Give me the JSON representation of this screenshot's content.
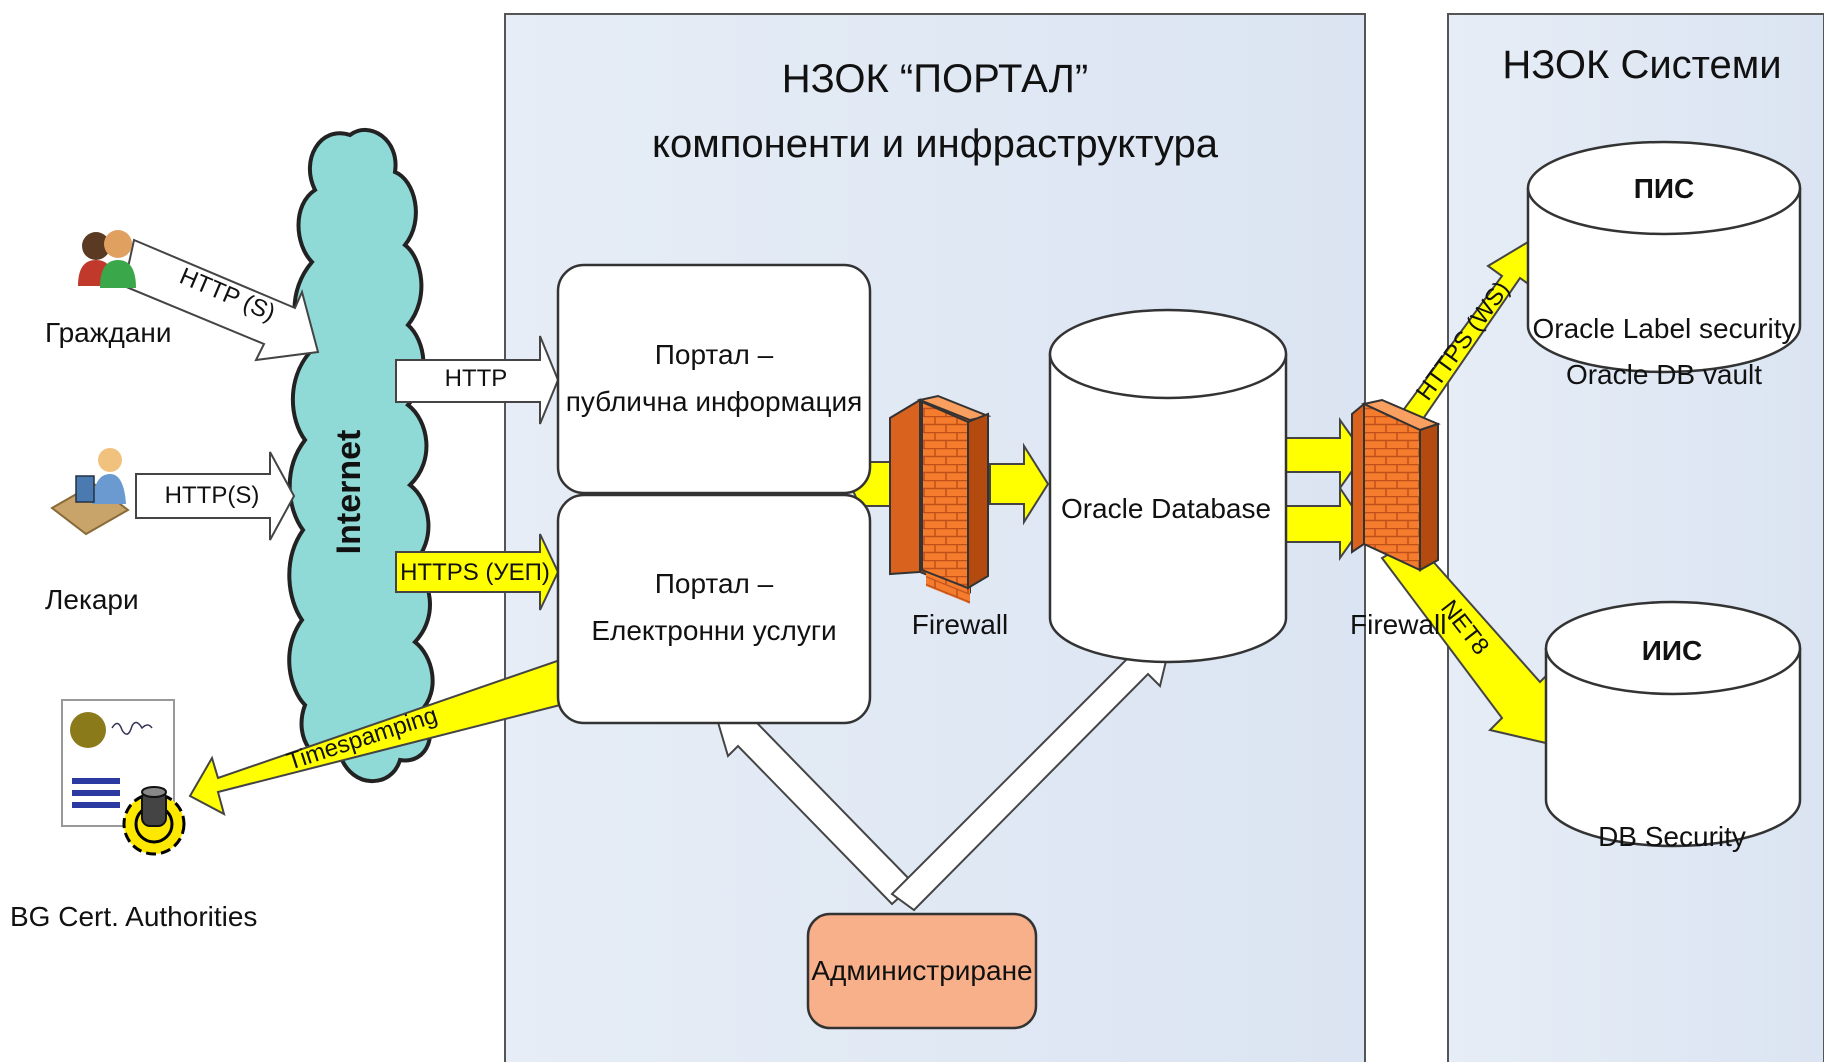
{
  "sections": {
    "portal_title_line1": "НЗОК “ПОРТАЛ”",
    "portal_title_line2": "компоненти и инфраструктура",
    "systems_title": "НЗОК Системи"
  },
  "actors": {
    "citizens": "Граждани",
    "doctors": "Лекари",
    "cert_authorities": "BG Cert. Authorities"
  },
  "cloud": {
    "label": "Internet"
  },
  "portal": {
    "public_line1": "Портал –",
    "public_line2": "публична информация",
    "eservices_line1": "Портал –",
    "eservices_line2": "Електронни услуги"
  },
  "admin": {
    "label": "Администриране"
  },
  "database": {
    "label": "Oracle Database"
  },
  "firewalls": {
    "left": "Firewall",
    "right": "Firewall"
  },
  "systems": {
    "pis": {
      "name": "ПИС",
      "line1": "Oracle Label security",
      "line2": "Oracle DB vault"
    },
    "iis": {
      "name": "ИИС",
      "line1": "DB Security"
    }
  },
  "connections": {
    "citizens_http": "HTTP (S)",
    "doctors_http": "HTTP(S)",
    "to_public_portal": "HTTP",
    "to_eservices": "HTTPS (УЕП)",
    "timestamping": "Timespamping",
    "to_pis": "HTTPS (WS)",
    "to_iis": "NET8"
  },
  "colors": {
    "panel": "#dfe7f3",
    "cloud": "#8fd9d6",
    "yellow_arrow": "#ffff00",
    "firewall": "#f47c2c",
    "admin_box": "#f8b08a"
  }
}
